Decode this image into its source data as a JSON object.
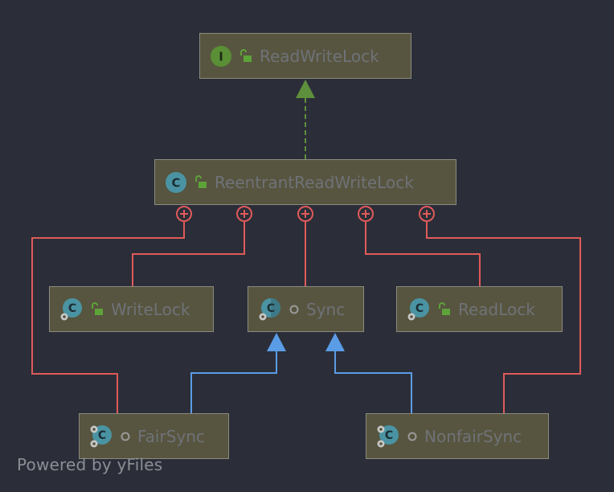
{
  "diagram": {
    "nodes": [
      {
        "id": "readwritelock",
        "label": "ReadWriteLock",
        "kind": "interface",
        "visibility": "public"
      },
      {
        "id": "reentrantreadwritelock",
        "label": "ReentrantReadWriteLock",
        "kind": "class",
        "visibility": "public"
      },
      {
        "id": "writelock",
        "label": "WriteLock",
        "kind": "static-class",
        "visibility": "public"
      },
      {
        "id": "sync",
        "label": "Sync",
        "kind": "abstract-static-class",
        "visibility": "package"
      },
      {
        "id": "readlock",
        "label": "ReadLock",
        "kind": "static-class",
        "visibility": "public"
      },
      {
        "id": "fairsync",
        "label": "FairSync",
        "kind": "static-class",
        "visibility": "package"
      },
      {
        "id": "nonfairsync",
        "label": "NonfairSync",
        "kind": "static-class",
        "visibility": "package"
      }
    ],
    "edges": [
      {
        "from": "reentrantreadwritelock",
        "to": "readwritelock",
        "type": "implements"
      },
      {
        "from": "reentrantreadwritelock",
        "to": "fairsync",
        "type": "inner-class"
      },
      {
        "from": "reentrantreadwritelock",
        "to": "writelock",
        "type": "inner-class"
      },
      {
        "from": "reentrantreadwritelock",
        "to": "sync",
        "type": "inner-class"
      },
      {
        "from": "reentrantreadwritelock",
        "to": "readlock",
        "type": "inner-class"
      },
      {
        "from": "reentrantreadwritelock",
        "to": "nonfairsync",
        "type": "inner-class"
      },
      {
        "from": "fairsync",
        "to": "sync",
        "type": "extends"
      },
      {
        "from": "nonfairsync",
        "to": "sync",
        "type": "extends"
      }
    ],
    "colors": {
      "background": "#2b2e38",
      "node_fill": "#57553f",
      "node_border": "#8a8a80",
      "label_text": "#6f7278",
      "implements_edge": "#5e8f3c",
      "extends_edge": "#5b9ce6",
      "inner_class_edge": "#e05a5a",
      "interface_icon": "#5a8f35",
      "class_icon": "#4a93a3",
      "public_icon": "#5ea33a"
    }
  },
  "watermark": "Powered by yFiles"
}
